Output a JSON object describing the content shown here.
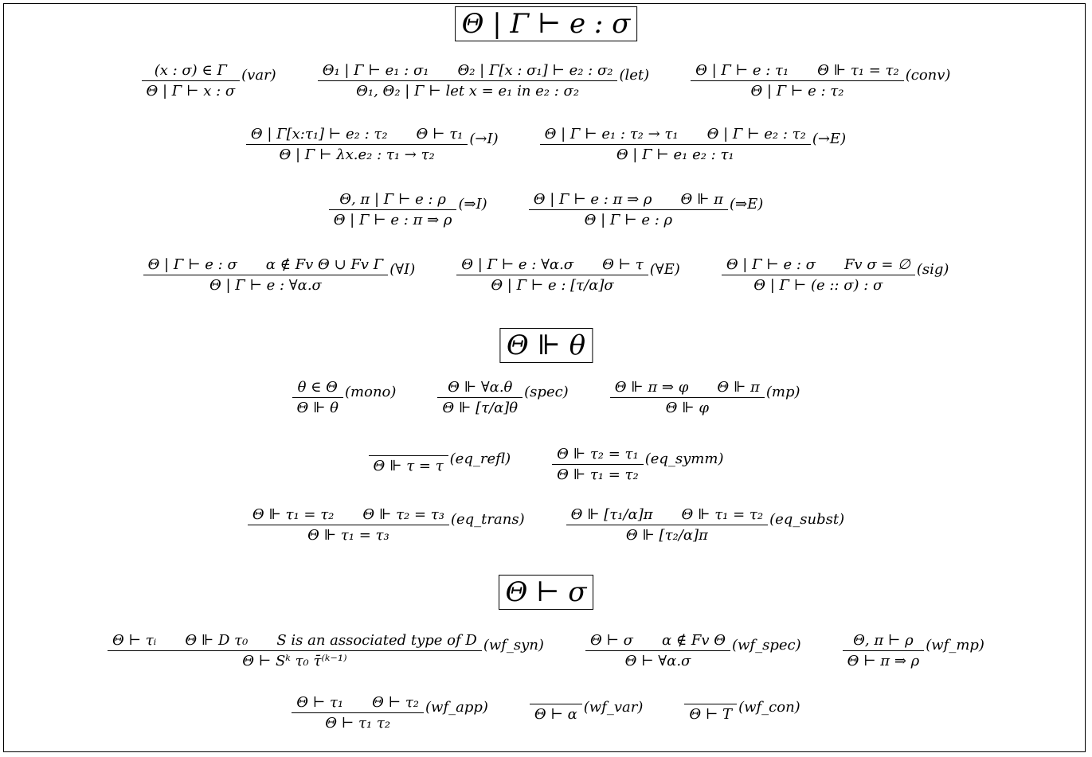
{
  "sections": [
    {
      "heading": "Θ | Γ ⊢ e : σ",
      "rows": [
        [
          {
            "p": [
              "(x : σ) ∈ Γ"
            ],
            "c": "Θ | Γ ⊢ x : σ",
            "n": "(var)"
          },
          {
            "p": [
              "Θ₁ | Γ ⊢ e₁ : σ₁",
              "Θ₂ | Γ[x : σ₁] ⊢ e₂ : σ₂"
            ],
            "c": "Θ₁, Θ₂ | Γ ⊢ let x = e₁ in e₂ : σ₂",
            "n": "(let)"
          },
          {
            "p": [
              "Θ | Γ ⊢ e : τ₁",
              "Θ ⊩ τ₁ = τ₂"
            ],
            "c": "Θ | Γ ⊢ e : τ₂",
            "n": "(conv)"
          }
        ],
        [
          {
            "p": [
              "Θ | Γ[x:τ₁] ⊢ e₂ : τ₂",
              "Θ ⊢ τ₁"
            ],
            "c": "Θ | Γ ⊢ λx.e₂ : τ₁ → τ₂",
            "n": "(→I)"
          },
          {
            "p": [
              "Θ | Γ ⊢ e₁ : τ₂ → τ₁",
              "Θ | Γ ⊢ e₂ : τ₂"
            ],
            "c": "Θ | Γ ⊢ e₁ e₂ : τ₁",
            "n": "(→E)"
          }
        ],
        [
          {
            "p": [
              "Θ, π | Γ ⊢ e : ρ"
            ],
            "c": "Θ | Γ ⊢ e : π ⇒ ρ",
            "n": "(⇒I)"
          },
          {
            "p": [
              "Θ | Γ ⊢ e : π ⇒ ρ",
              "Θ ⊩ π"
            ],
            "c": "Θ | Γ ⊢ e : ρ",
            "n": "(⇒E)"
          }
        ],
        [
          {
            "p": [
              "Θ | Γ ⊢ e : σ",
              "α ∉ Fv Θ ∪ Fv Γ"
            ],
            "c": "Θ | Γ ⊢ e : ∀α.σ",
            "n": "(∀I)"
          },
          {
            "p": [
              "Θ | Γ ⊢ e : ∀α.σ",
              "Θ ⊢ τ"
            ],
            "c": "Θ | Γ ⊢ e : [τ/α]σ",
            "n": "(∀E)"
          },
          {
            "p": [
              "Θ | Γ ⊢ e : σ",
              "Fv σ = ∅"
            ],
            "c": "Θ | Γ ⊢ (e :: σ) : σ",
            "n": "(sig)"
          }
        ]
      ]
    },
    {
      "heading": "Θ ⊩ θ",
      "rows": [
        [
          {
            "p": [
              "θ ∈ Θ"
            ],
            "c": "Θ ⊩ θ",
            "n": "(mono)"
          },
          {
            "p": [
              "Θ ⊩ ∀α.θ"
            ],
            "c": "Θ ⊩ [τ/α]θ",
            "n": "(spec)"
          },
          {
            "p": [
              "Θ ⊩ π ⇒ φ",
              "Θ ⊩ π"
            ],
            "c": "Θ ⊩ φ",
            "n": "(mp)"
          }
        ],
        [
          {
            "p": [],
            "c": "Θ ⊩ τ = τ",
            "n": "(eq_refl)"
          },
          {
            "p": [
              "Θ ⊩ τ₂ = τ₁"
            ],
            "c": "Θ ⊩ τ₁ = τ₂",
            "n": "(eq_symm)"
          }
        ],
        [
          {
            "p": [
              "Θ ⊩ τ₁ = τ₂",
              "Θ ⊩ τ₂ = τ₃"
            ],
            "c": "Θ ⊩ τ₁ = τ₃",
            "n": "(eq_trans)"
          },
          {
            "p": [
              "Θ ⊩ [τ₁/α]π",
              "Θ ⊩ τ₁ = τ₂"
            ],
            "c": "Θ ⊩ [τ₂/α]π",
            "n": "(eq_subst)"
          }
        ]
      ]
    },
    {
      "heading": "Θ ⊢ σ",
      "rows": [
        [
          {
            "p": [
              "Θ ⊢ τᵢ",
              "Θ ⊩ D τ₀",
              "S is an associated type of D"
            ],
            "c": "Θ ⊢ Sᵏ τ₀ τ̄⁽ᵏ⁻¹⁾",
            "n": "(wf_syn)"
          },
          {
            "p": [
              "Θ ⊢ σ",
              "α ∉ Fv Θ"
            ],
            "c": "Θ ⊢ ∀α.σ",
            "n": "(wf_spec)"
          },
          {
            "p": [
              "Θ, π ⊢ ρ"
            ],
            "c": "Θ ⊢ π ⇒ ρ",
            "n": "(wf_mp)"
          }
        ],
        [
          {
            "p": [
              "Θ ⊢ τ₁",
              "Θ ⊢ τ₂"
            ],
            "c": "Θ ⊢ τ₁ τ₂",
            "n": "(wf_app)"
          },
          {
            "p": [],
            "c": "Θ ⊢ α",
            "n": "(wf_var)"
          },
          {
            "p": [],
            "c": "Θ ⊢ T",
            "n": "(wf_con)"
          }
        ]
      ]
    }
  ]
}
